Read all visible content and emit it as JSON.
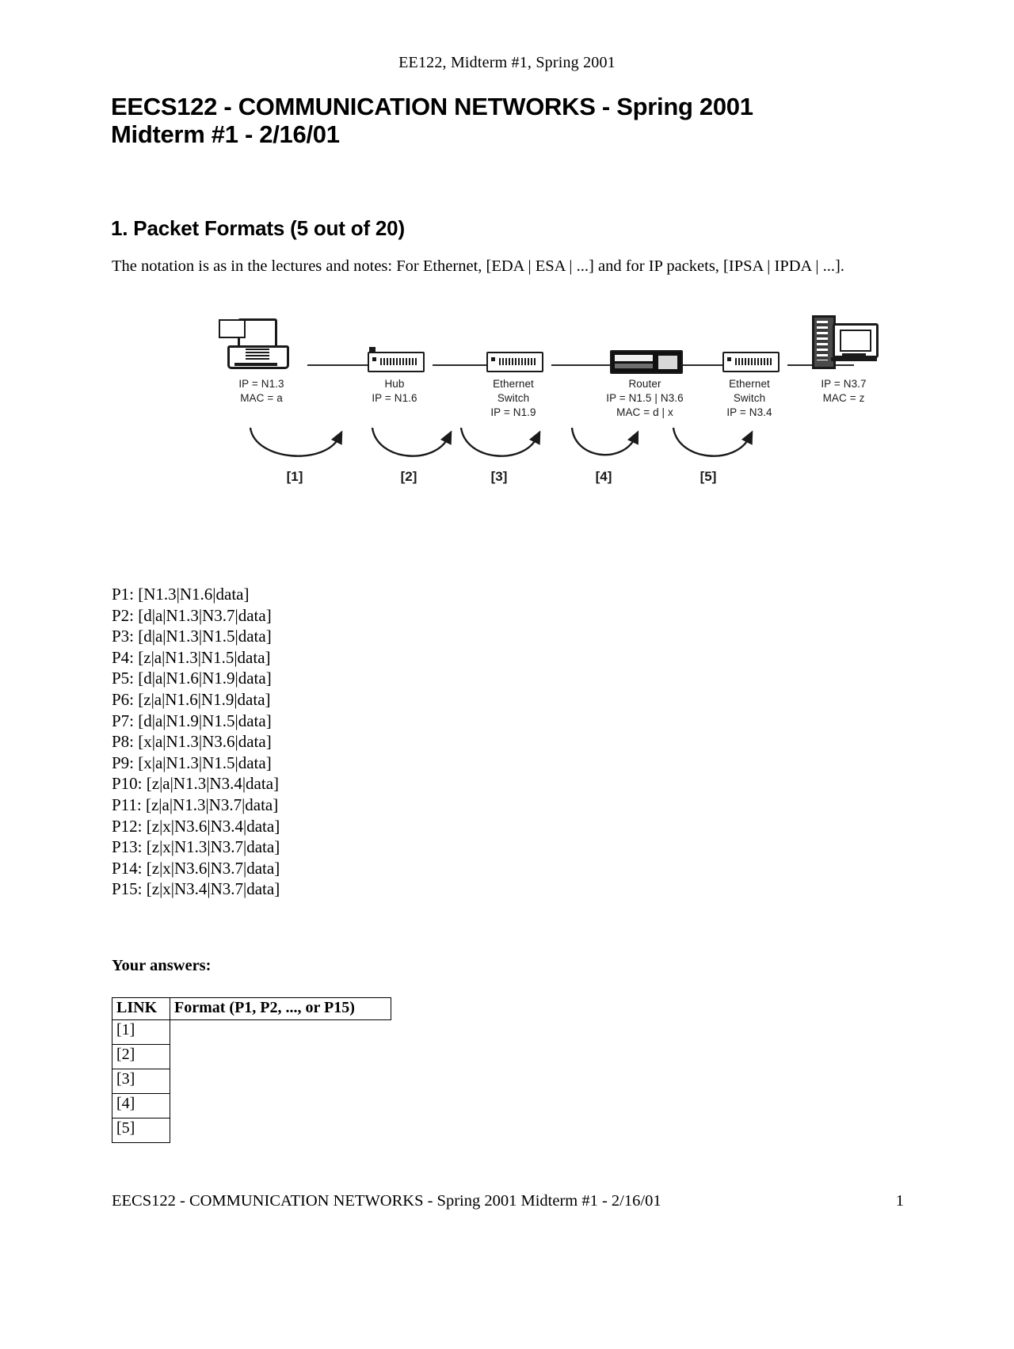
{
  "header": {
    "running_head": "EE122, Midterm #1, Spring 2001",
    "title_line1": "EECS122 - COMMUNICATION NETWORKS - Spring 2001",
    "title_line2": "Midterm #1 - 2/16/01"
  },
  "section": {
    "heading": "1. Packet Formats (5 out of 20)",
    "intro": "The notation is as in the lectures and notes: For Ethernet, [EDA | ESA | ...] and for IP packets, [IPSA | IPDA | ...]."
  },
  "diagram": {
    "nodes": [
      {
        "icon": "desktop-computer-icon",
        "name": "",
        "caption": "IP = N1.3\nMAC = a"
      },
      {
        "icon": "hub-icon",
        "name": "Hub",
        "caption": "Hub\nIP = N1.6"
      },
      {
        "icon": "ethernet-switch-icon",
        "name": "Ethernet Switch",
        "caption": "Ethernet\nSwitch\nIP = N1.9"
      },
      {
        "icon": "router-icon",
        "name": "Router",
        "caption": "Router\nIP = N1.5 | N3.6\nMAC = d  |     x"
      },
      {
        "icon": "ethernet-switch-icon",
        "name": "Ethernet Switch",
        "caption": "Ethernet\nSwitch\nIP = N3.4"
      },
      {
        "icon": "tower-workstation-icon",
        "name": "",
        "caption": "IP = N3.7\nMAC = z"
      }
    ],
    "link_labels": [
      "[1]",
      "[2]",
      "[3]",
      "[4]",
      "[5]"
    ]
  },
  "packets": [
    "P1: [N1.3|N1.6|data]",
    "P2: [d|a|N1.3|N3.7|data]",
    "P3: [d|a|N1.3|N1.5|data]",
    "P4: [z|a|N1.3|N1.5|data]",
    "P5: [d|a|N1.6|N1.9|data]",
    "P6: [z|a|N1.6|N1.9|data]",
    "P7: [d|a|N1.9|N1.5|data]",
    "P8: [x|a|N1.3|N3.6|data]",
    "P9: [x|a|N1.3|N1.5|data]",
    "P10: [z|a|N1.3|N3.4|data]",
    "P11: [z|a|N1.3|N3.7|data]",
    "P12: [z|x|N3.6|N3.4|data]",
    "P13: [z|x|N1.3|N3.7|data]",
    "P14: [z|x|N3.6|N3.7|data]",
    "P15: [z|x|N3.4|N3.7|data]"
  ],
  "answers": {
    "label": "Your answers:",
    "columns": [
      "LINK",
      "Format (P1, P2, ..., or P15)"
    ],
    "rows": [
      {
        "link": "[1]",
        "format": ""
      },
      {
        "link": "[2]",
        "format": ""
      },
      {
        "link": "[3]",
        "format": ""
      },
      {
        "link": "[4]",
        "format": ""
      },
      {
        "link": "[5]",
        "format": ""
      }
    ]
  },
  "footer": {
    "text": "EECS122 - COMMUNICATION NETWORKS - Spring 2001 Midterm #1 - 2/16/01",
    "page_number": "1"
  }
}
